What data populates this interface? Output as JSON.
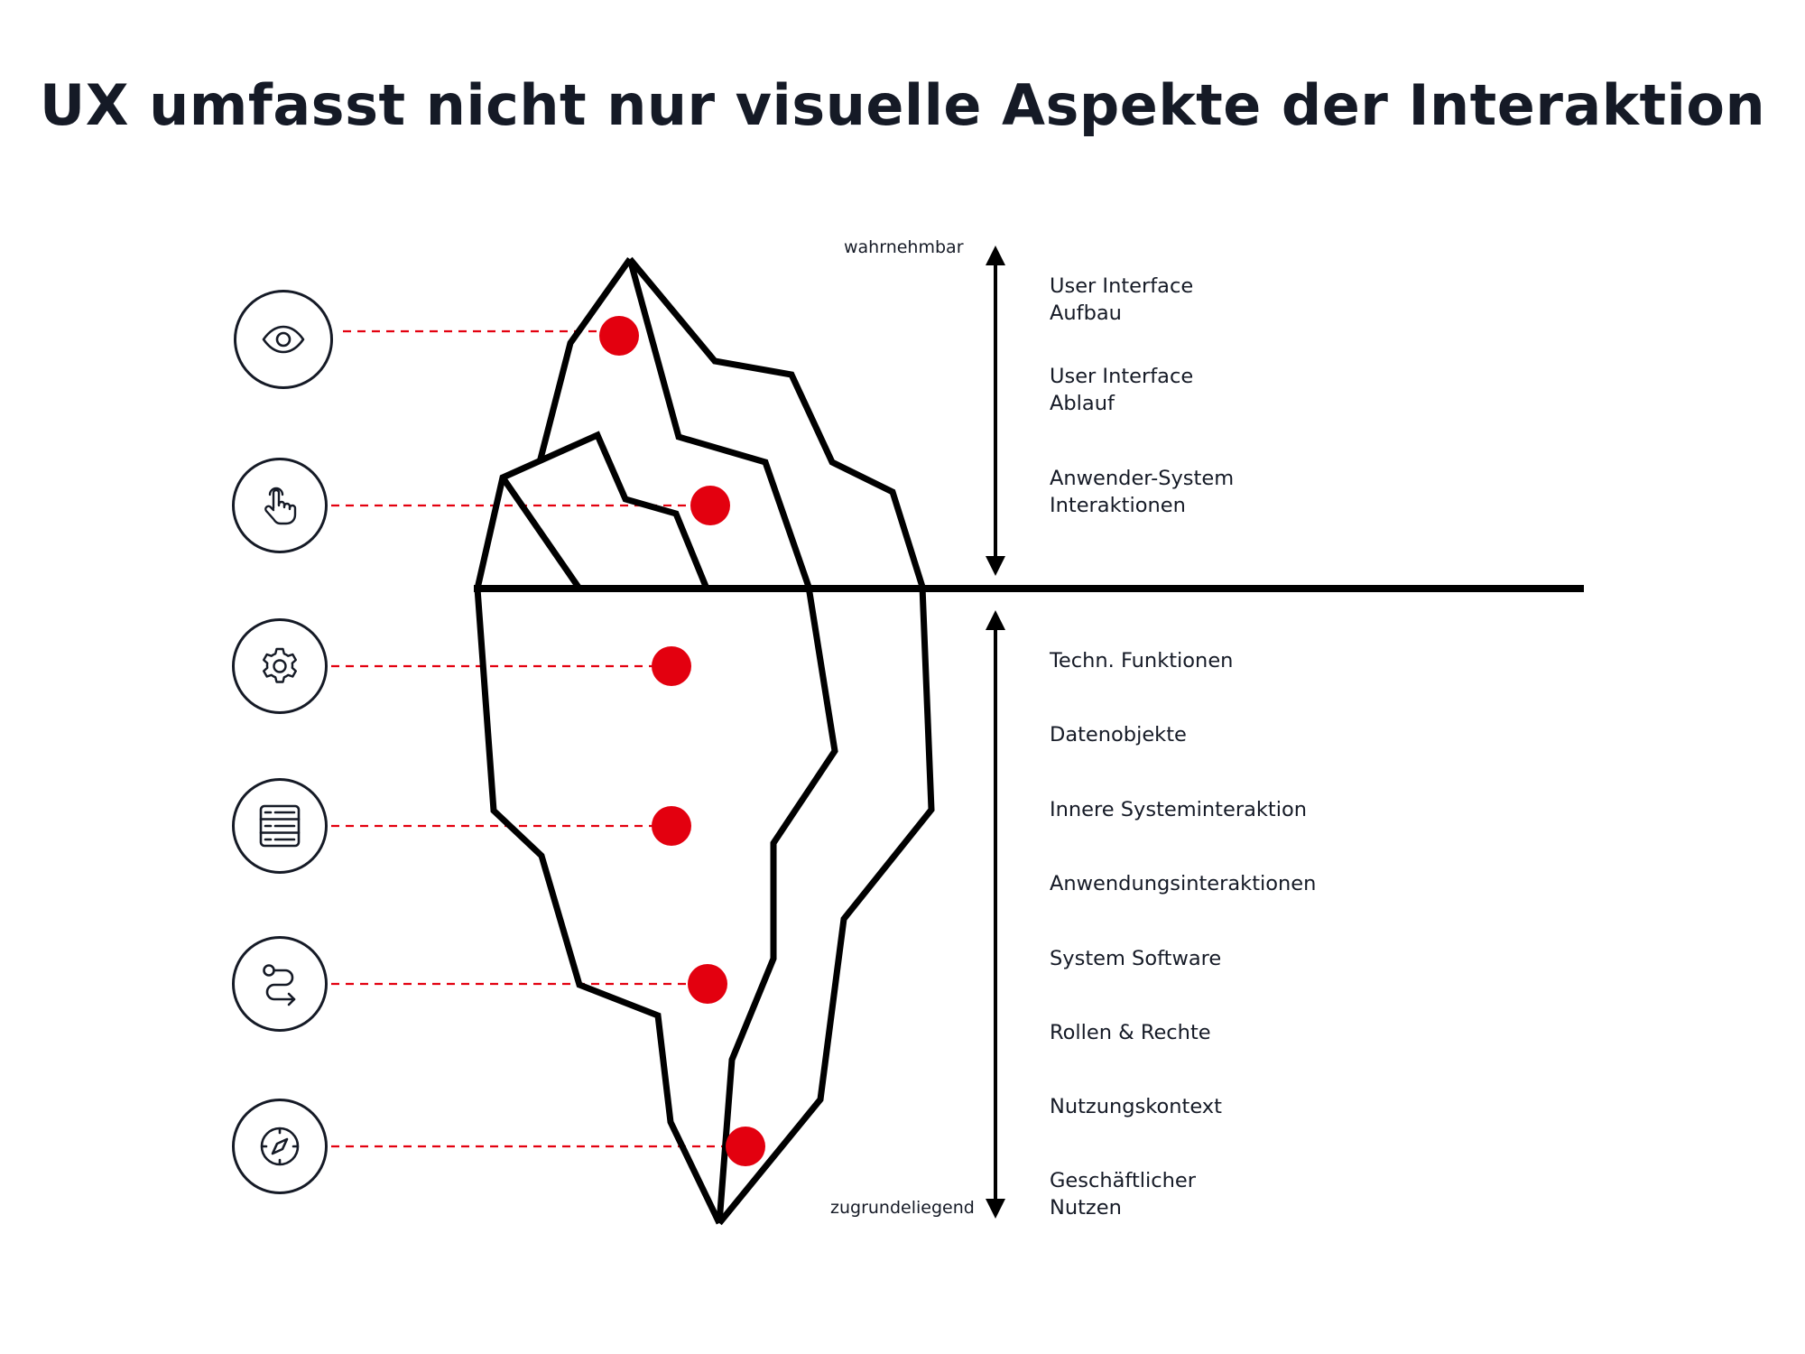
{
  "title": "UX umfasst nicht nur visuelle Aspekte der Interaktion",
  "axis": {
    "top_label": "wahrnehmbar",
    "bottom_label": "zugrundeliegend"
  },
  "icons": [
    {
      "name": "eye-icon"
    },
    {
      "name": "touch-hand-icon"
    },
    {
      "name": "gear-icon"
    },
    {
      "name": "server-icon"
    },
    {
      "name": "route-icon"
    },
    {
      "name": "compass-icon"
    }
  ],
  "labels_above": [
    "User Interface\nAufbau",
    "User Interface\nAblauf",
    "Anwender-System\nInteraktionen"
  ],
  "labels_below": [
    "Techn. Funktionen",
    "Datenobjekte",
    "Innere Systeminteraktion",
    "Anwendungsinteraktionen",
    "System Software",
    "Rollen & Rechte",
    "Nutzungskontext",
    "Geschäftlicher\nNutzen"
  ],
  "colors": {
    "ink": "#151a26",
    "line": "#000000",
    "accent": "#e3000f"
  }
}
